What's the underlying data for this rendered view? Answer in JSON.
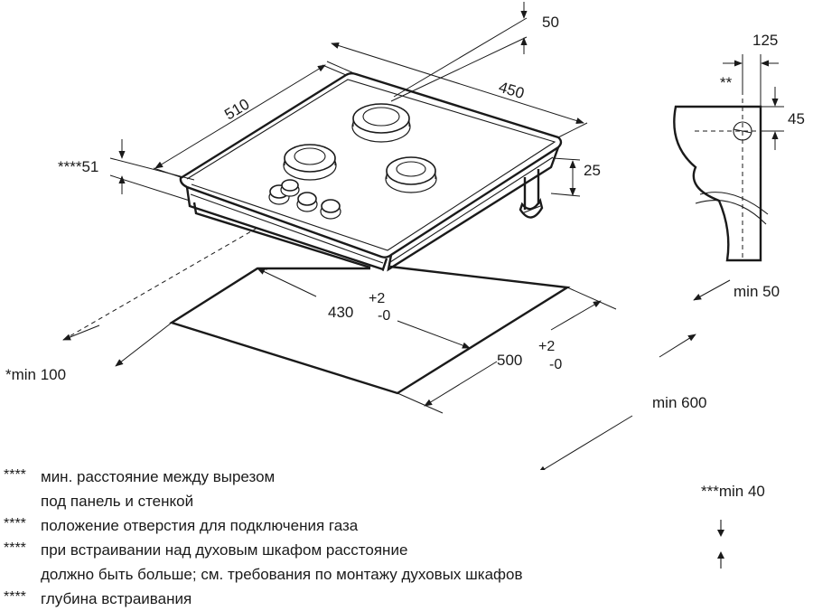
{
  "dimensions": {
    "hob_width": "510",
    "hob_depth": "450",
    "top_offset": "50",
    "cutout_depth_offset": "****51",
    "hob_height": "25",
    "cutout_width": "430",
    "cutout_width_tol_plus": "+2",
    "cutout_width_tol_minus": "-0",
    "cutout_depth": "500",
    "cutout_depth_tol_plus": "+2",
    "cutout_depth_tol_minus": "-0",
    "wall_min": "*min 100",
    "counter_min": "min 600",
    "section_width": "125",
    "section_mark": "**",
    "section_height": "45",
    "section_bottom_min": "min 50",
    "below_min": "***min 40"
  },
  "notes": [
    {
      "mark": "****",
      "text": "мин. расстояние между вырезом"
    },
    {
      "mark": "",
      "text": "под панель и стенкой"
    },
    {
      "mark": "****",
      "text": "положение отверстия для подключения газа"
    },
    {
      "mark": "****",
      "text": "при встраивании над духовым шкафом расстояние"
    },
    {
      "mark": "",
      "text": "должно быть больше; см. требования по монтажу духовых шкафов"
    },
    {
      "mark": "****",
      "text": "глубина встраивания"
    }
  ],
  "colors": {
    "line": "#1a1a1a",
    "background": "#ffffff"
  }
}
